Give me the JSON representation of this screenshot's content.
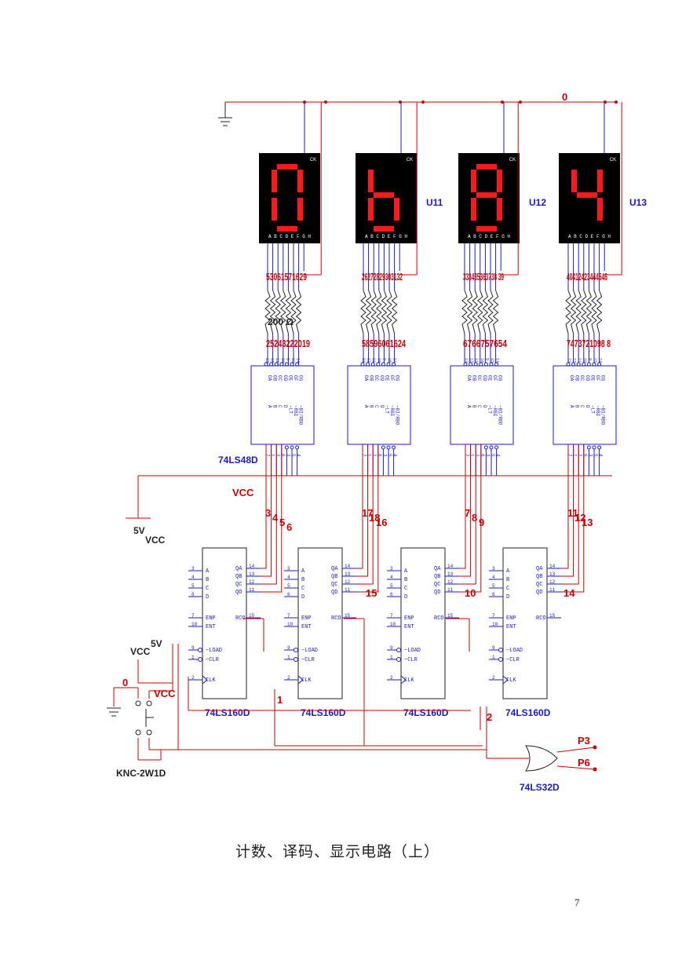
{
  "caption": "计数、译码、显示电路（上）",
  "page_number": "7",
  "colors": {
    "wire": "#cc0000",
    "pin": "#1a1acc",
    "chip_border": "#1a1acc",
    "display_bg": "#000000",
    "segment": "#ff1a1a",
    "label_blue": "#1a1acc",
    "label_red": "#cc0000"
  },
  "labels": {
    "zero_net": "0",
    "vcc": "VCC",
    "five_v": "5V",
    "resistor_value": "200 Ω",
    "switch": "KNC-2W1D",
    "or_gate": "74LS32D",
    "p3": "P3",
    "p6": "P6",
    "zero_switch": "0",
    "net_1": "1",
    "net_2": "2",
    "net_10": "10",
    "net_14": "14",
    "net_15": "15"
  },
  "displays": [
    {
      "digit": "0",
      "ref": "",
      "ck": "CK",
      "pins": "A B C D E F G H"
    },
    {
      "digit": "b",
      "ref": "U11",
      "ck": "CK",
      "pins": "A B C D E F G H"
    },
    {
      "digit": "8",
      "ref": "U12",
      "ck": "CK",
      "pins": "A B C D E F G H"
    },
    {
      "digit": "4",
      "ref": "U13",
      "ck": "CK",
      "pins": "A B C D E F G H"
    }
  ],
  "decoders": [
    {
      "name": "74LS48D",
      "top_nets": "53061571629",
      "bottom_nets": "25243222019",
      "input_nets": [
        "3",
        "4",
        "5",
        "6"
      ]
    },
    {
      "name": "",
      "top_nets": "26272829303132",
      "bottom_nets": "58596061624",
      "input_nets": [
        "17",
        "18",
        "16"
      ]
    },
    {
      "name": "",
      "top_nets": "333435363738 39",
      "bottom_nets": "6766757654",
      "input_nets": [
        "7",
        "8",
        "9"
      ]
    },
    {
      "name": "",
      "top_nets": "40412423444546",
      "bottom_nets": "7473721098 8",
      "input_nets": [
        "11",
        "12",
        "13"
      ]
    }
  ],
  "decoder_pins": {
    "outputs": [
      "OA",
      "OB",
      "OC",
      "OD",
      "OE",
      "OF",
      "OG"
    ],
    "inputs": [
      "A",
      "B",
      "C",
      "D",
      "~LT",
      "~RBI",
      "~BI/RBO"
    ],
    "top_pin_nums": [
      "13",
      "12",
      "11",
      "10",
      "9",
      "15",
      "14"
    ],
    "bottom_pin_nums": [
      "7",
      "1",
      "2",
      "6",
      "3",
      "5",
      "4"
    ]
  },
  "counters": [
    {
      "name": "74LS160D"
    },
    {
      "name": "74LS160D"
    },
    {
      "name": "74LS160D"
    },
    {
      "name": "74LS160D"
    }
  ],
  "counter_pins": {
    "left": [
      "A",
      "B",
      "C",
      "D",
      "ENP",
      "ENT",
      "~LOAD",
      "~CLR",
      "CLK"
    ],
    "left_nums": [
      "3",
      "4",
      "5",
      "6",
      "7",
      "10",
      "9",
      "1",
      "2"
    ],
    "right": [
      "QA",
      "QB",
      "QC",
      "QD",
      "RCO"
    ],
    "right_nums": [
      "14",
      "13",
      "12",
      "11",
      "15"
    ]
  }
}
